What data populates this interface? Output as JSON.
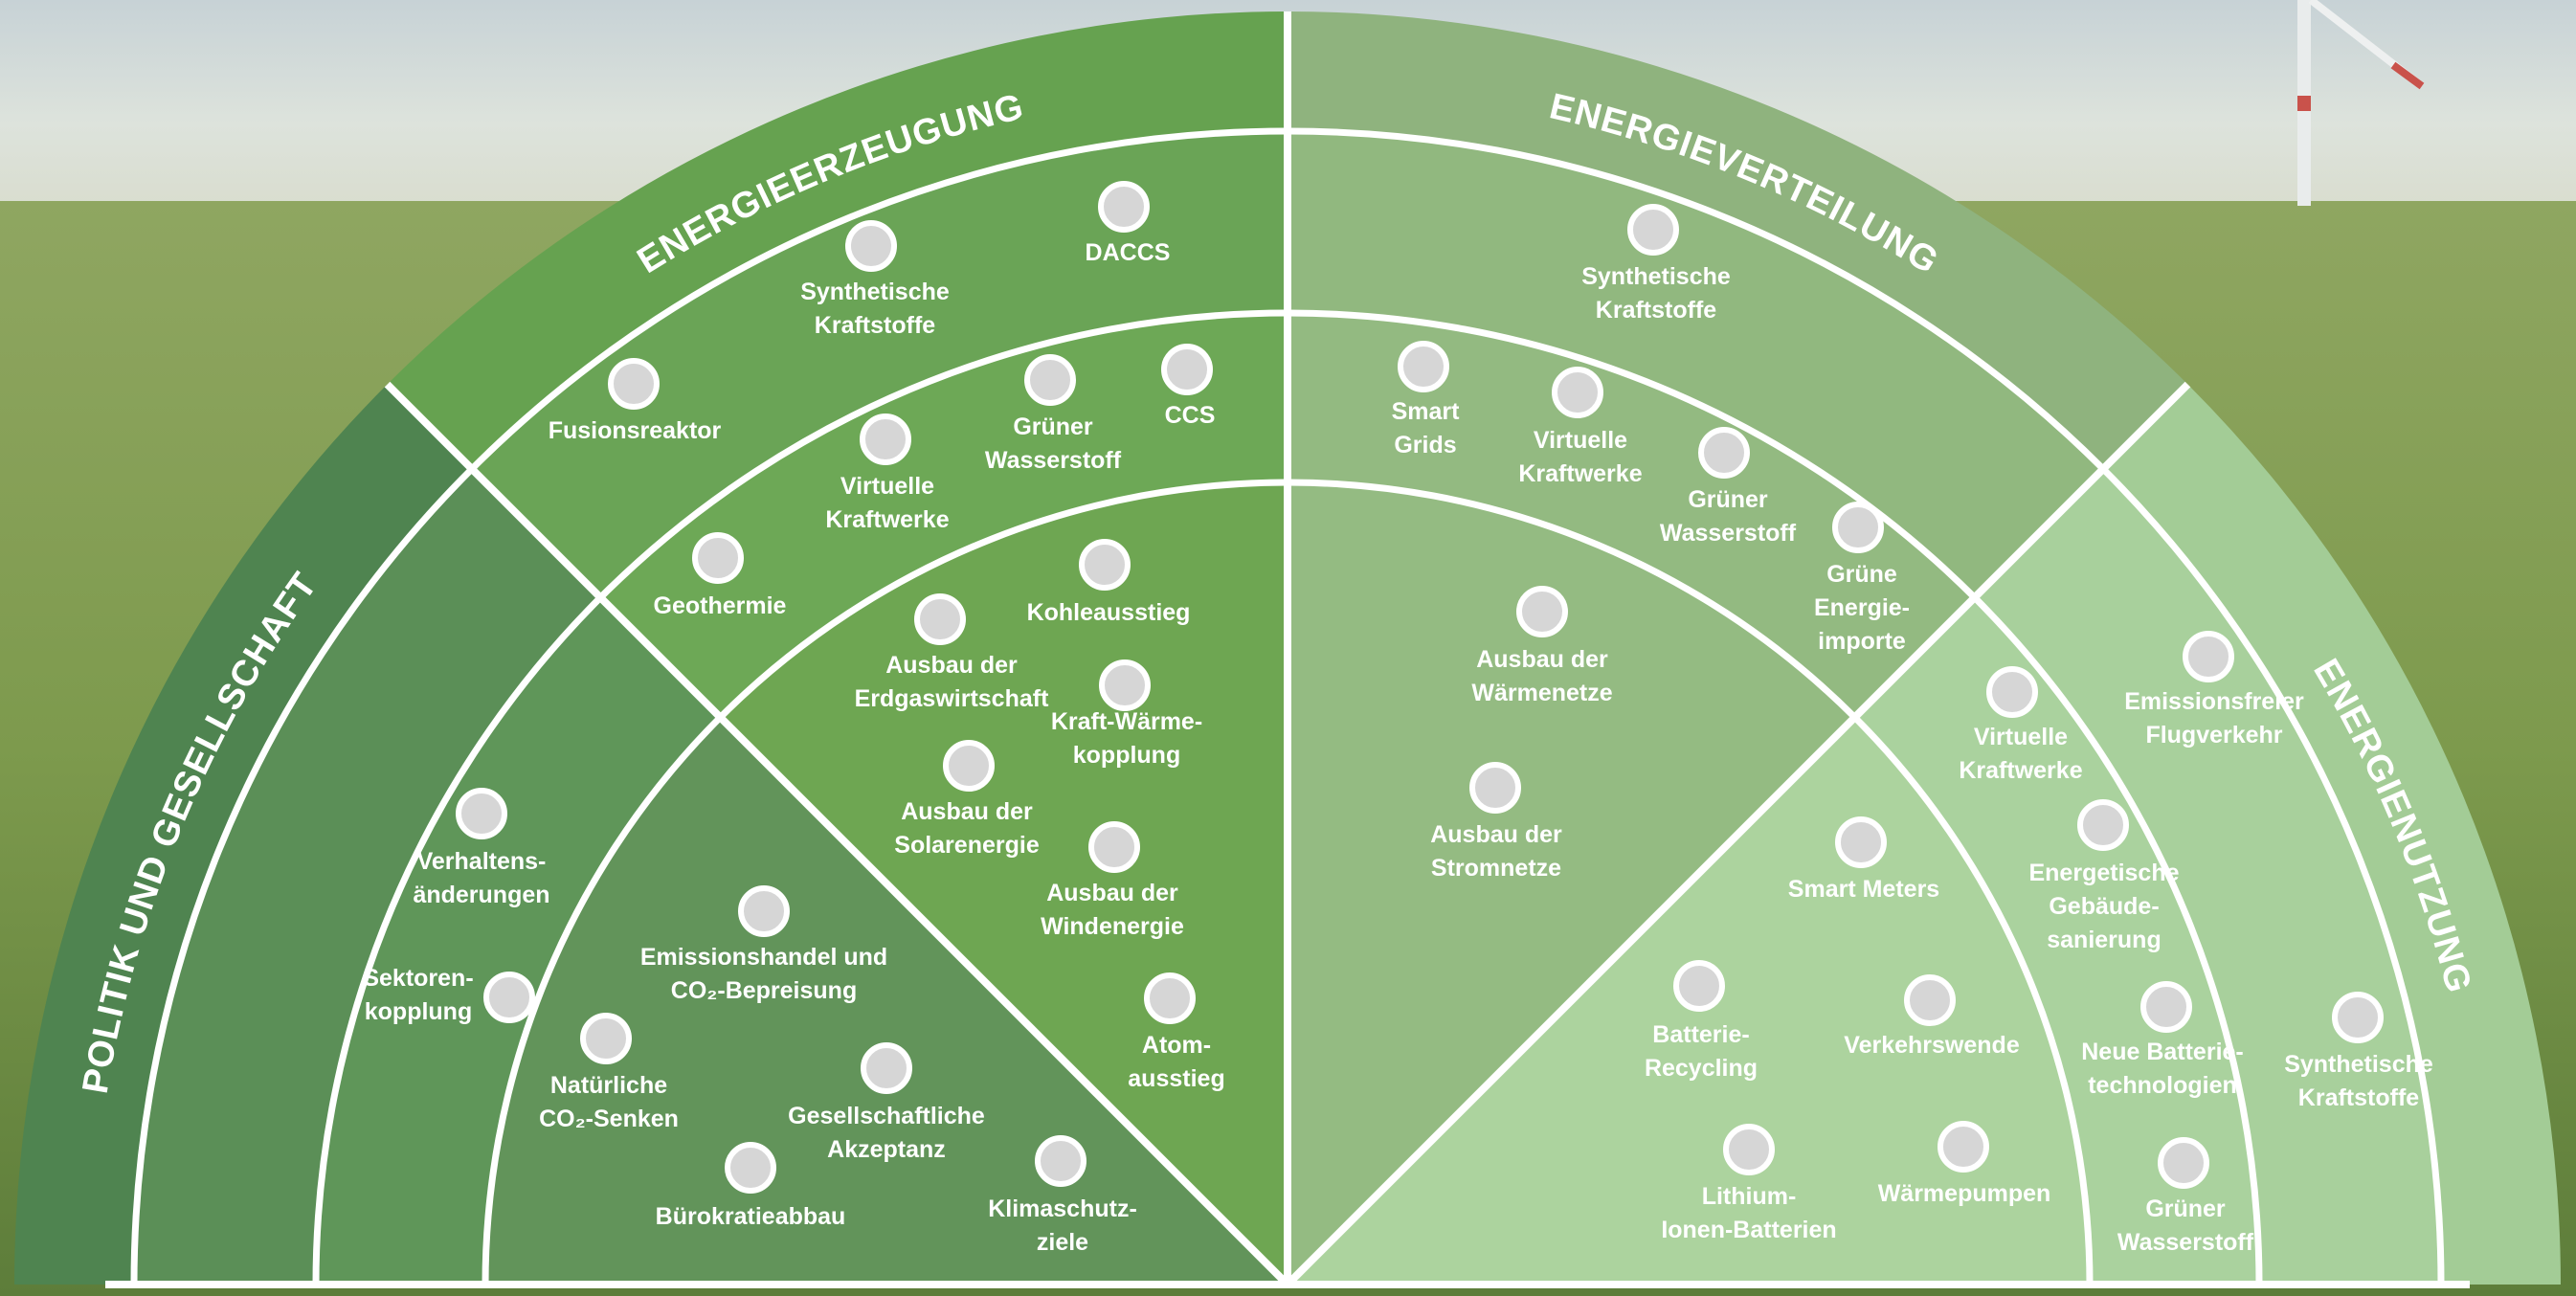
{
  "diagram": {
    "sectors": [
      {
        "key": "politik",
        "title": "POLITIK UND GESELLSCHAFT"
      },
      {
        "key": "erzeugung",
        "title": "ENERGIEERZEUGUNG"
      },
      {
        "key": "verteilung",
        "title": "ENERGIEVERTEILUNG"
      },
      {
        "key": "nutzung",
        "title": "ENERGIENUTZUNG"
      }
    ],
    "colors": {
      "politik": [
        "#5b8f57",
        "#5f9659",
        "#62945a"
      ],
      "erzeugung": [
        "#6aa456",
        "#6da856",
        "#6ea652"
      ],
      "verteilung": [
        "#91b87f",
        "#93ba81",
        "#94bb82"
      ],
      "nutzung": [
        "#a8d09c",
        "#aad29e",
        "#acd39e"
      ],
      "title_band": {
        "politik": "#4f8450",
        "erzeugung": "#66a250",
        "verteilung": "#8fb37e",
        "nutzung": "#a3cc96"
      },
      "divider": "#ffffff",
      "marker_fill": "#d6d6d6",
      "marker_stroke": "#ffffff"
    },
    "items": [
      {
        "id": "politik-1",
        "lines": [
          "Verhaltens-",
          "änderungen"
        ]
      },
      {
        "id": "politik-2",
        "lines": [
          "Sektoren-",
          "kopplung"
        ]
      },
      {
        "id": "politik-3",
        "lines": [
          "Emissionshandel und",
          "CO₂-Bepreisung"
        ]
      },
      {
        "id": "politik-4",
        "lines": [
          "Natürliche",
          "CO₂-Senken"
        ]
      },
      {
        "id": "politik-5",
        "lines": [
          "Gesellschaftliche",
          "Akzeptanz"
        ]
      },
      {
        "id": "politik-6",
        "lines": [
          "Bürokratieabbau"
        ]
      },
      {
        "id": "politik-7",
        "lines": [
          "Klimaschutz-",
          "ziele"
        ]
      },
      {
        "id": "erz-1",
        "lines": [
          "DACCS"
        ]
      },
      {
        "id": "erz-2",
        "lines": [
          "Synthetische",
          "Kraftstoffe"
        ]
      },
      {
        "id": "erz-3",
        "lines": [
          "Fusionsreaktor"
        ]
      },
      {
        "id": "erz-4",
        "lines": [
          "CCS"
        ]
      },
      {
        "id": "erz-5",
        "lines": [
          "Grüner",
          "Wasserstoff"
        ]
      },
      {
        "id": "erz-6",
        "lines": [
          "Virtuelle",
          "Kraftwerke"
        ]
      },
      {
        "id": "erz-7",
        "lines": [
          "Geothermie"
        ]
      },
      {
        "id": "erz-8",
        "lines": [
          "Kohleausstieg"
        ]
      },
      {
        "id": "erz-9",
        "lines": [
          "Ausbau der",
          "Erdgaswirtschaft"
        ]
      },
      {
        "id": "erz-10",
        "lines": [
          "Kraft-Wärme-",
          "kopplung"
        ]
      },
      {
        "id": "erz-11",
        "lines": [
          "Ausbau der",
          "Solarenergie"
        ]
      },
      {
        "id": "erz-12",
        "lines": [
          "Ausbau der",
          "Windenergie"
        ]
      },
      {
        "id": "erz-13",
        "lines": [
          "Atom-",
          "ausstieg"
        ]
      },
      {
        "id": "vert-1",
        "lines": [
          "Synthetische",
          "Kraftstoffe"
        ]
      },
      {
        "id": "vert-2",
        "lines": [
          "Smart",
          "Grids"
        ]
      },
      {
        "id": "vert-3",
        "lines": [
          "Virtuelle",
          "Kraftwerke"
        ]
      },
      {
        "id": "vert-4",
        "lines": [
          "Grüner",
          "Wasserstoff"
        ]
      },
      {
        "id": "vert-5",
        "lines": [
          "Grüne",
          "Energie-",
          "importe"
        ]
      },
      {
        "id": "vert-6",
        "lines": [
          "Ausbau der",
          "Wärmenetze"
        ]
      },
      {
        "id": "vert-7",
        "lines": [
          "Ausbau der",
          "Stromnetze"
        ]
      },
      {
        "id": "nutz-1",
        "lines": [
          "Emissionsfreier",
          "Flugverkehr"
        ]
      },
      {
        "id": "nutz-2",
        "lines": [
          "Virtuelle",
          "Kraftwerke"
        ]
      },
      {
        "id": "nutz-3",
        "lines": [
          "Energetische",
          "Gebäude-",
          "sanierung"
        ]
      },
      {
        "id": "nutz-4",
        "lines": [
          "Smart Meters"
        ]
      },
      {
        "id": "nutz-5",
        "lines": [
          "Batterie-",
          "Recycling"
        ]
      },
      {
        "id": "nutz-6",
        "lines": [
          "Verkehrswende"
        ]
      },
      {
        "id": "nutz-7",
        "lines": [
          "Neue Batterie-",
          "technologien"
        ]
      },
      {
        "id": "nutz-8",
        "lines": [
          "Synthetische",
          "Kraftstoffe"
        ]
      },
      {
        "id": "nutz-9",
        "lines": [
          "Lithium-",
          "Ionen-Batterien"
        ]
      },
      {
        "id": "nutz-10",
        "lines": [
          "Wärmepumpen"
        ]
      },
      {
        "id": "nutz-11",
        "lines": [
          "Grüner",
          "Wasserstoff"
        ]
      }
    ]
  }
}
